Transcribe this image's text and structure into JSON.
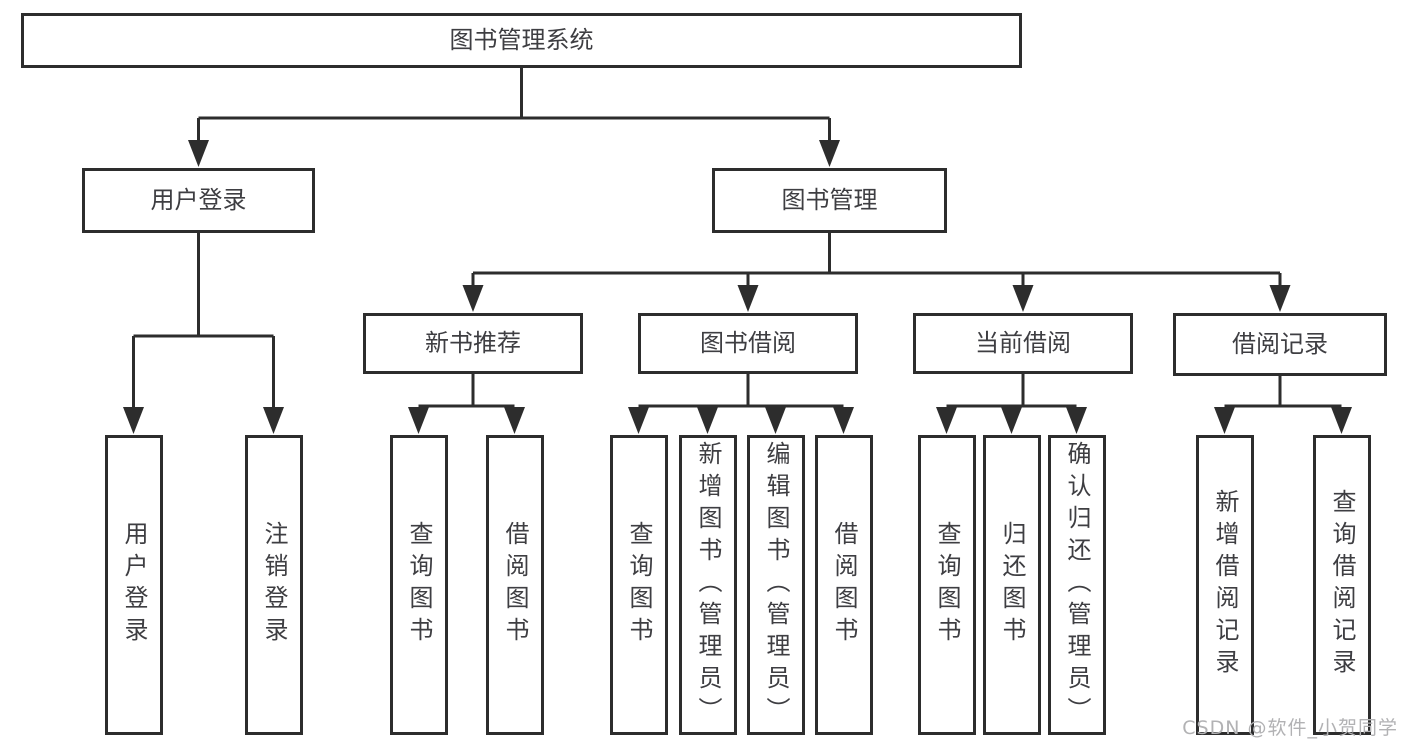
{
  "diagram": {
    "title": "图书管理系统",
    "root": {
      "label": "图书管理系统"
    },
    "level2": [
      {
        "label": "用户登录"
      },
      {
        "label": "图书管理"
      }
    ],
    "level3": [
      {
        "label": "新书推荐"
      },
      {
        "label": "图书借阅"
      },
      {
        "label": "当前借阅"
      },
      {
        "label": "借阅记录"
      }
    ],
    "leaves": {
      "login": [
        "用户登录",
        "注销登录"
      ],
      "recommend": [
        "查询图书",
        "借阅图书"
      ],
      "borrow": [
        "查询图书",
        "新增图书（管理员）",
        "编辑图书（管理员）",
        "借阅图书"
      ],
      "current": [
        "查询图书",
        "归还图书",
        "确认归还（管理员）"
      ],
      "records": [
        "新增借阅记录",
        "查询借阅记录"
      ]
    }
  },
  "watermark": {
    "text": "CSDN @软件_小贺同学",
    "color": "#b2b2b4"
  },
  "colors": {
    "background": "#ffffff",
    "line": "#2d2d2d",
    "box_border": "#2d2d2d",
    "box_fill": "#ffffff",
    "text": "#3e3e42"
  }
}
